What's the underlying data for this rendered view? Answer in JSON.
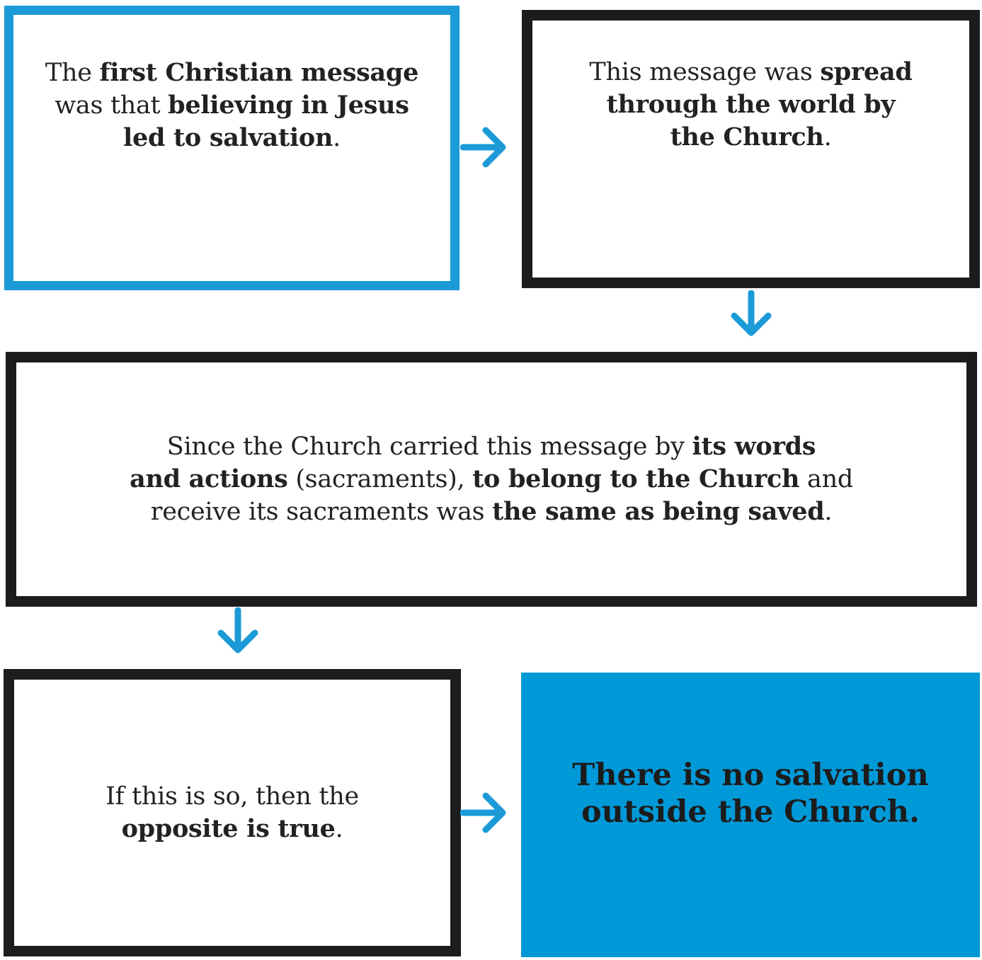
{
  "colors": {
    "accent_blue": "#1b9ad7",
    "filled_blue": "#0099d8",
    "outline_black": "#1c1c1c",
    "text": "#222222"
  },
  "box1": {
    "lines": [
      [
        {
          "t": "The ",
          "b": false
        },
        {
          "t": "first Christian message",
          "b": true
        }
      ],
      [
        {
          "t": "was that ",
          "b": false
        },
        {
          "t": "believing in Jesus",
          "b": true
        }
      ],
      [
        {
          "t": "led to salvation",
          "b": true
        },
        {
          "t": ".",
          "b": false
        }
      ]
    ]
  },
  "box2": {
    "lines": [
      [
        {
          "t": "This message was ",
          "b": false
        },
        {
          "t": "spread",
          "b": true
        }
      ],
      [
        {
          "t": "through the world by",
          "b": true
        }
      ],
      [
        {
          "t": "the Church",
          "b": true
        },
        {
          "t": ".",
          "b": false
        }
      ]
    ]
  },
  "box3": {
    "lines": [
      [
        {
          "t": "Since the Church carried this message by ",
          "b": false
        },
        {
          "t": "its words",
          "b": true
        }
      ],
      [
        {
          "t": "and actions",
          "b": true
        },
        {
          "t": " (sacraments), ",
          "b": false
        },
        {
          "t": "to belong to the Church",
          "b": true
        },
        {
          "t": " and",
          "b": false
        }
      ],
      [
        {
          "t": "receive its sacraments was ",
          "b": false
        },
        {
          "t": "the same as being saved",
          "b": true
        },
        {
          "t": ".",
          "b": false
        }
      ]
    ]
  },
  "box4": {
    "lines": [
      [
        {
          "t": "If this is so, then the",
          "b": false
        }
      ],
      [
        {
          "t": "opposite is true",
          "b": true
        },
        {
          "t": ".",
          "b": false
        }
      ]
    ]
  },
  "box5": {
    "line1": "There is no salvation",
    "line2": "outside the Church."
  }
}
